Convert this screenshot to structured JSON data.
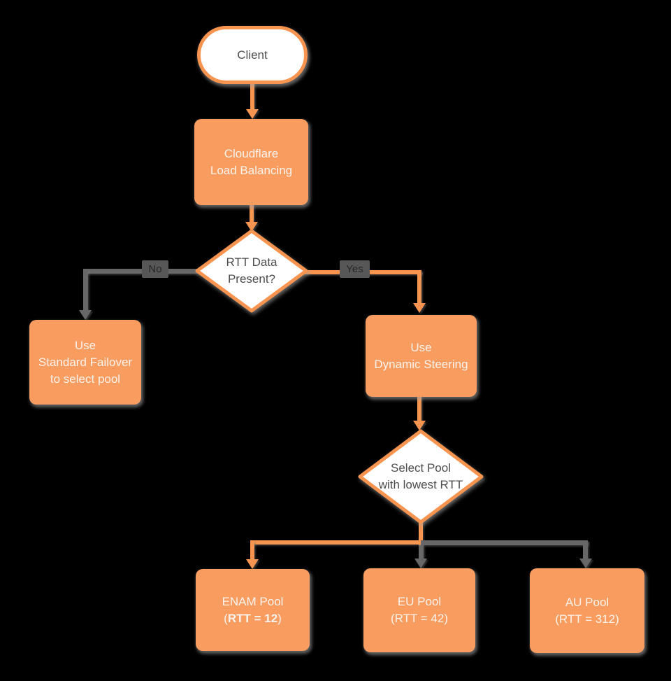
{
  "palette": {
    "background": "#000000",
    "orange_fill": "#F89C60",
    "orange_stroke": "#F79450",
    "connector_gray": "#676767",
    "text_light": "#FAF3EC",
    "text_dark": "#4D4D4D",
    "node_white": "#FFFFFF",
    "label_bg": "#575757",
    "label_text": "#262626"
  },
  "nodes": {
    "client": {
      "label": "Client"
    },
    "cloudflare": {
      "line1": "Cloudflare",
      "line2": "Load Balancing"
    },
    "rtt_present": {
      "line1": "RTT Data",
      "line2": "Present?"
    },
    "std_failover": {
      "line1": "Use",
      "line2": "Standard Failover",
      "line3": "to select pool"
    },
    "dyn_steering": {
      "line1": "Use",
      "line2": "Dynamic Steering"
    },
    "select_pool": {
      "line1": "Select Pool",
      "line2": "with lowest RTT"
    },
    "enam": {
      "line1": "ENAM Pool",
      "paren_open": "(",
      "bold_text": "RTT = 12",
      "paren_close": ")"
    },
    "eu": {
      "line1": "EU Pool",
      "line2": "(RTT = 42)"
    },
    "au": {
      "line1": "AU Pool",
      "line2": "(RTT = 312)"
    }
  },
  "edges": {
    "no_label": "No",
    "yes_label": "Yes"
  }
}
